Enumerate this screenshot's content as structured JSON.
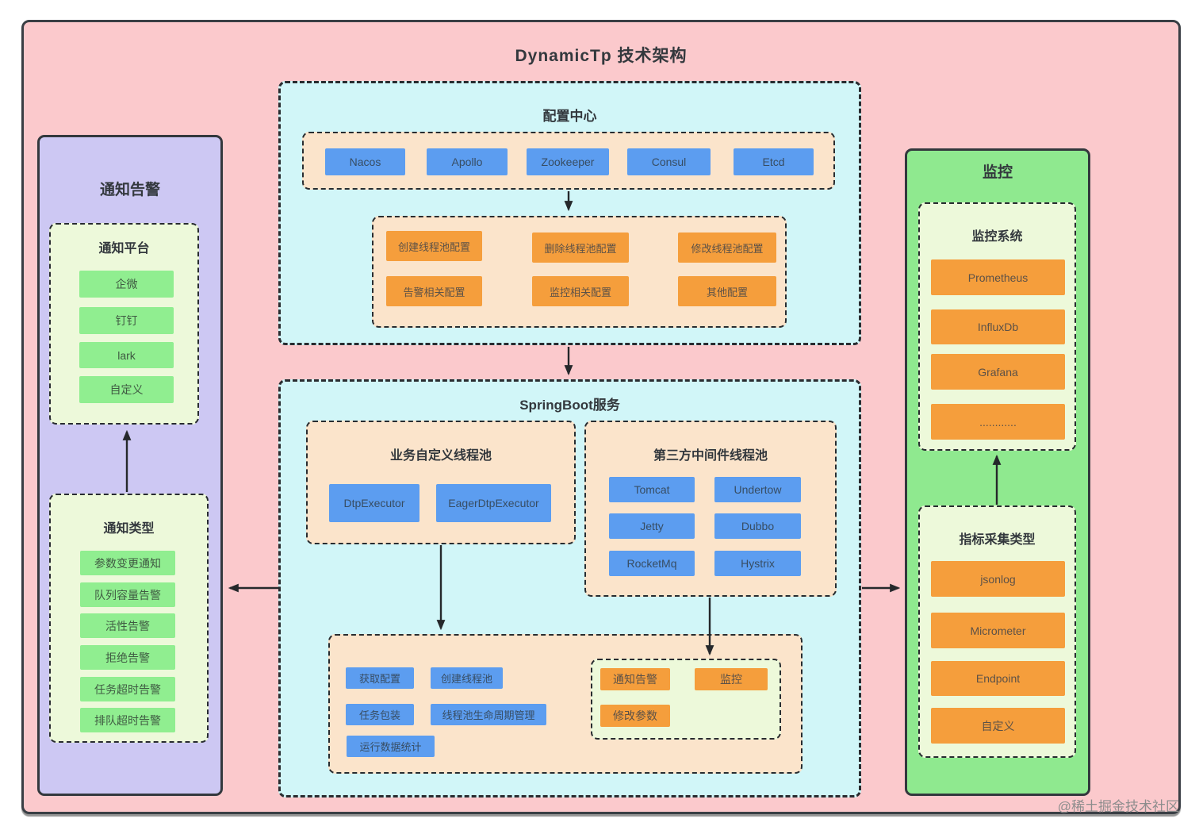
{
  "title": "DynamicTp 技术架构",
  "watermark": "@稀土掘金技术社区",
  "palette": {
    "background_pink": "#fbc9cc",
    "panel_purple": "#cdc8f3",
    "panel_green": "#8fe98f",
    "box_cyan": "#d1f6f8",
    "box_peach": "#fbe4cb",
    "box_light_green": "#edf9da",
    "button_blue": "#5c9df0",
    "button_orange": "#f59e3c",
    "button_green": "#90ee90",
    "line_dark": "#282c30"
  },
  "notification_panel": {
    "title": "通知告警",
    "platform": {
      "title": "通知平台",
      "items": [
        "企微",
        "钉钉",
        "lark",
        "自定义"
      ]
    },
    "types": {
      "title": "通知类型",
      "items": [
        "参数变更通知",
        "队列容量告警",
        "活性告警",
        "拒绝告警",
        "任务超时告警",
        "排队超时告警"
      ]
    }
  },
  "config_center": {
    "title": "配置中心",
    "registries": [
      "Nacos",
      "Apollo",
      "Zookeeper",
      "Consul",
      "Etcd"
    ],
    "config_ops": [
      "创建线程池配置",
      "删除线程池配置",
      "修改线程池配置",
      "告警相关配置",
      "监控相关配置",
      "其他配置"
    ]
  },
  "springboot": {
    "title": "SpringBoot服务",
    "custom_pool": {
      "title": "业务自定义线程池",
      "items": [
        "DtpExecutor",
        "EagerDtpExecutor"
      ]
    },
    "middleware_pool": {
      "title": "第三方中间件线程池",
      "items": [
        "Tomcat",
        "Undertow",
        "Jetty",
        "Dubbo",
        "RocketMq",
        "Hystrix"
      ]
    },
    "runtime_items": [
      "获取配置",
      "创建线程池",
      "任务包装",
      "线程池生命周期管理",
      "运行数据统计"
    ],
    "action_items": [
      "通知告警",
      "监控",
      "修改参数"
    ]
  },
  "monitor_panel": {
    "title": "监控",
    "systems": {
      "title": "监控系统",
      "items": [
        "Prometheus",
        "InfluxDb",
        "Grafana",
        "............"
      ]
    },
    "collect_types": {
      "title": "指标采集类型",
      "items": [
        "jsonlog",
        "Micrometer",
        "Endpoint",
        "自定义"
      ]
    }
  }
}
